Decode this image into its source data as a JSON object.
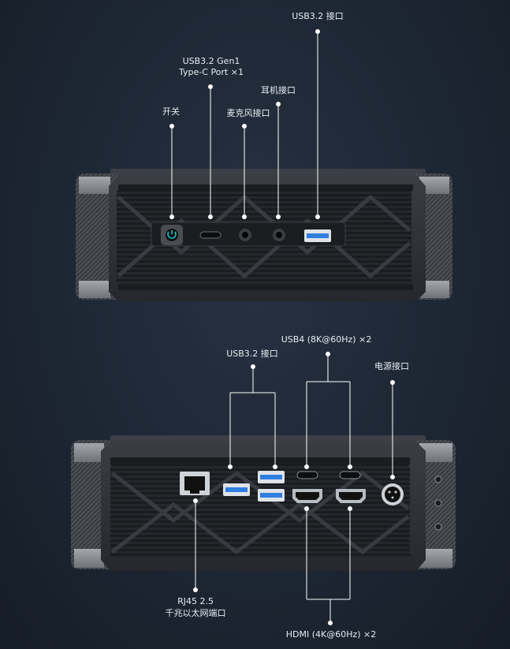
{
  "front_panel": {
    "usb32_top": "USB3.2 接口",
    "typec_line1": "USB3.2 Gen1",
    "typec_line2": "Type-C Port ×1",
    "earphone": "耳机接口",
    "power_switch": "开关",
    "mic": "麦克风接口"
  },
  "rear_panel": {
    "usb4": "USB4 (8K@60Hz) ×2",
    "usb32": "USB3.2 接口",
    "power_in": "电源接口",
    "rj45_line1": "RJ45 2.5",
    "rj45_line2": "千兆以太网端口",
    "hdmi": "HDMI (4K@60Hz) ×2"
  },
  "colors": {
    "background": "#1d2633",
    "chassis": "#2f3338",
    "end_cap": "#8c9096",
    "callout_line": "#ffffff",
    "usb_blue": "#2f7fe0"
  }
}
